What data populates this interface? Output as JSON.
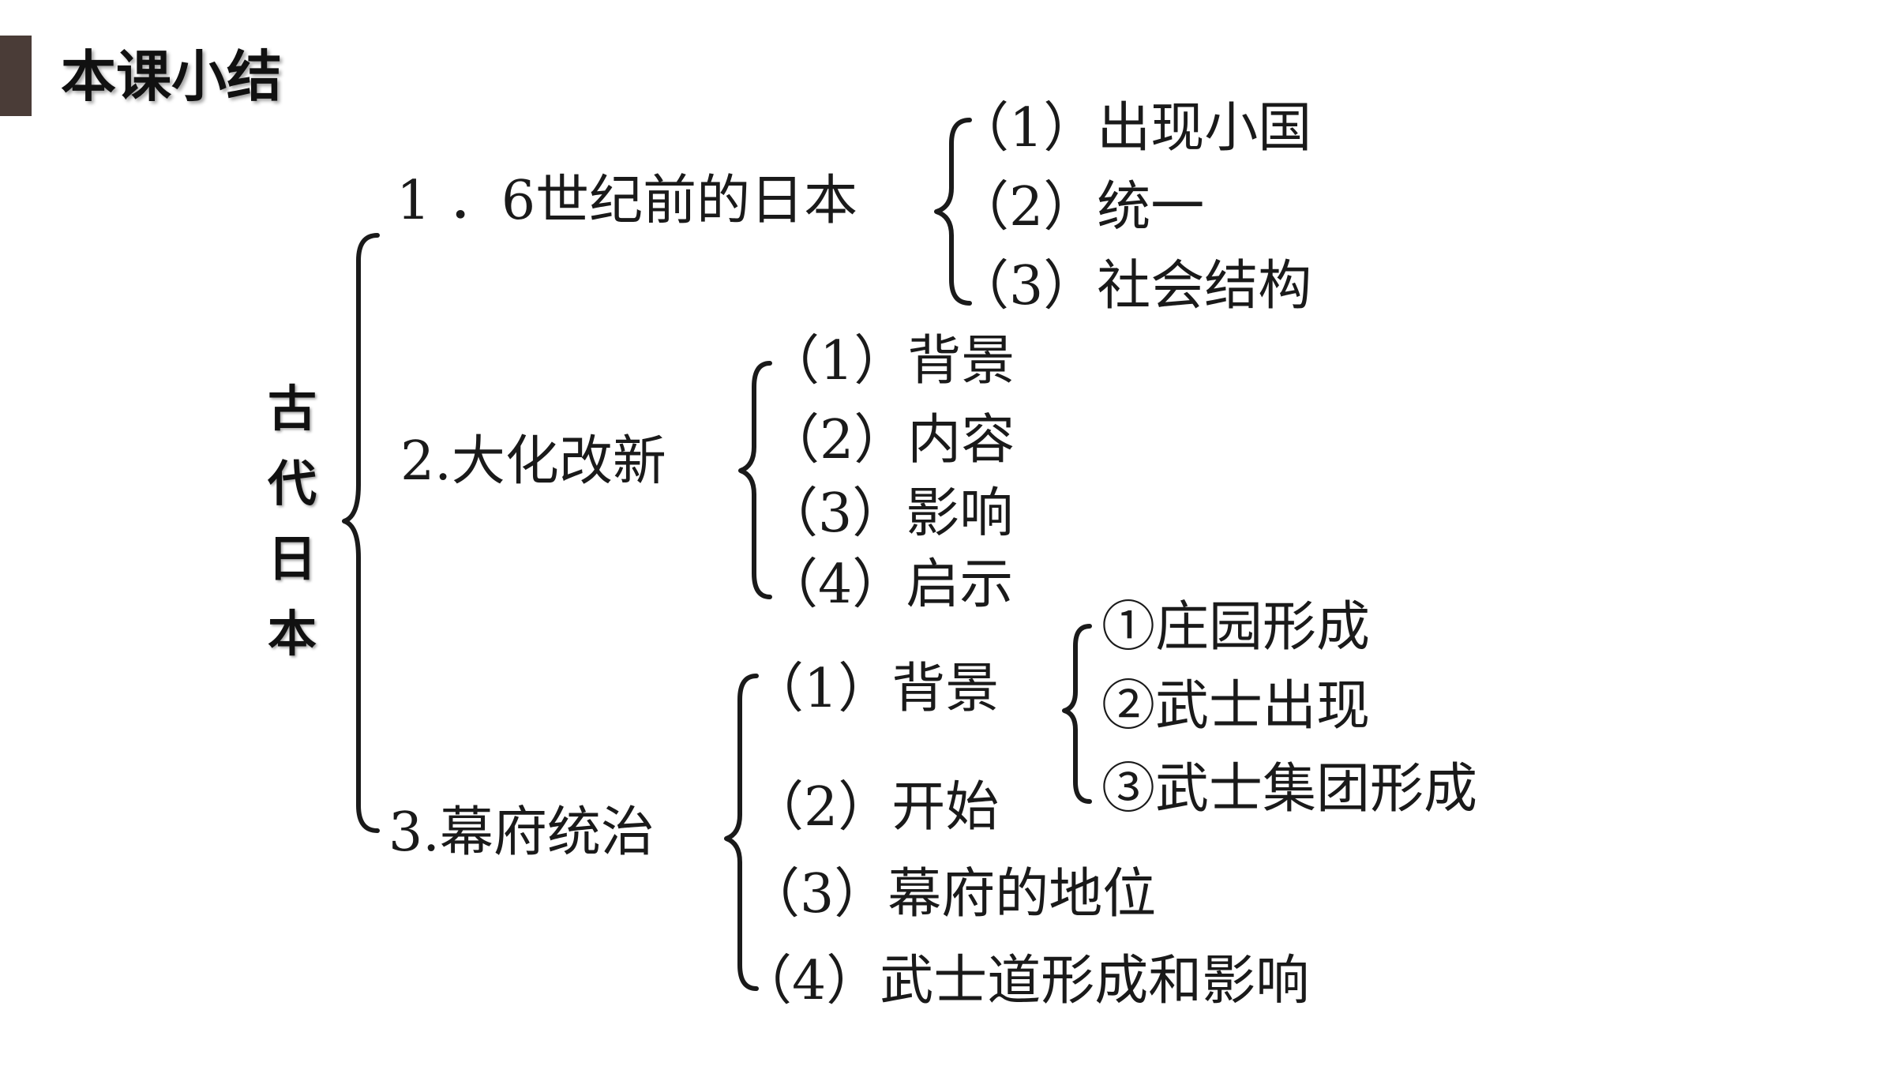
{
  "header": {
    "title": "本课小结"
  },
  "root": {
    "chars": [
      "古",
      "代",
      "日",
      "本"
    ]
  },
  "sections": [
    {
      "label": "1 ．6世纪前的日本",
      "items": [
        "（1）出现小国",
        "（2）统一",
        "（3）社会结构"
      ]
    },
    {
      "label": "2.大化改新",
      "items": [
        "（1）背景",
        "（2）内容",
        "（3）影响",
        "（4）启示"
      ]
    },
    {
      "label": "3.幕府统治",
      "items": [
        "（1）背景",
        "（2）开始",
        "（3）幕府的地位",
        "（4）武士道形成和影响"
      ],
      "sub_items": [
        "①庄园形成",
        "②武士出现",
        "③武士集团形成"
      ]
    }
  ],
  "colors": {
    "accent_bar": "#4a3c37",
    "text": "#1a1a1a"
  }
}
